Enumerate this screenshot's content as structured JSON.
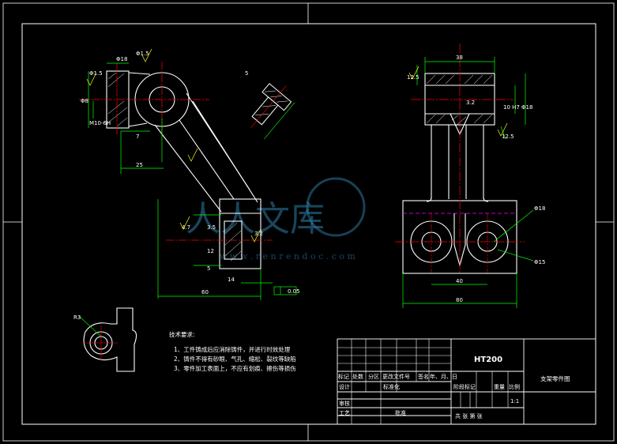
{
  "notes": {
    "heading": "技术要求:",
    "items": [
      "1、工件铸成后应消除铸件，并进行时效处理",
      "2、铸件不得有砂眼、气孔、缩松、裂纹等缺陷",
      "3、零件加工表面上，不应有划痕、擦伤等损伤"
    ]
  },
  "titleblock": {
    "material": "HT200",
    "drawing_name": "支架零件图",
    "scale": "1:1",
    "row_labels": [
      "标记",
      "处数",
      "分区",
      "更改文件号",
      "签名",
      "年、月、日"
    ],
    "design": "设计",
    "standardization": "标准化",
    "stage_mark": "阶段标记",
    "weight": "重量",
    "ratio": "比例",
    "review": "审核",
    "process": "工艺",
    "approve": "批准",
    "sheet": "共  张  第  张"
  },
  "dimensions": {
    "d1": "Φ18",
    "d2": "Φ1.5",
    "d3": "Φ1.5",
    "d4": "Φ8",
    "d5": "M10-6H",
    "d6": "7",
    "d7": "25",
    "d8": "5",
    "d9": "4.7",
    "d10": "3.5",
    "d11": "12",
    "d12": "3.2",
    "d13": "5",
    "d14": "14",
    "d15": "60",
    "d16": "0.05",
    "d17": "38",
    "d18": "12.5",
    "d19": "3.2",
    "d20": "Φ18",
    "d21": "10 H7",
    "d22": "12.5",
    "d23": "Φ18",
    "d24": "Φ15",
    "d25": "40",
    "d26": "80",
    "d27": "R3"
  },
  "watermark": {
    "text": "人人文库",
    "url": "w w w . r e n r e n d o c . c o m"
  },
  "colors": {
    "background": "#000000",
    "outline": "#ffffff",
    "dimension": "#00ff00",
    "centerline": "#ff0000",
    "hidden": "#ff00ff",
    "symbol": "#ffff00"
  }
}
